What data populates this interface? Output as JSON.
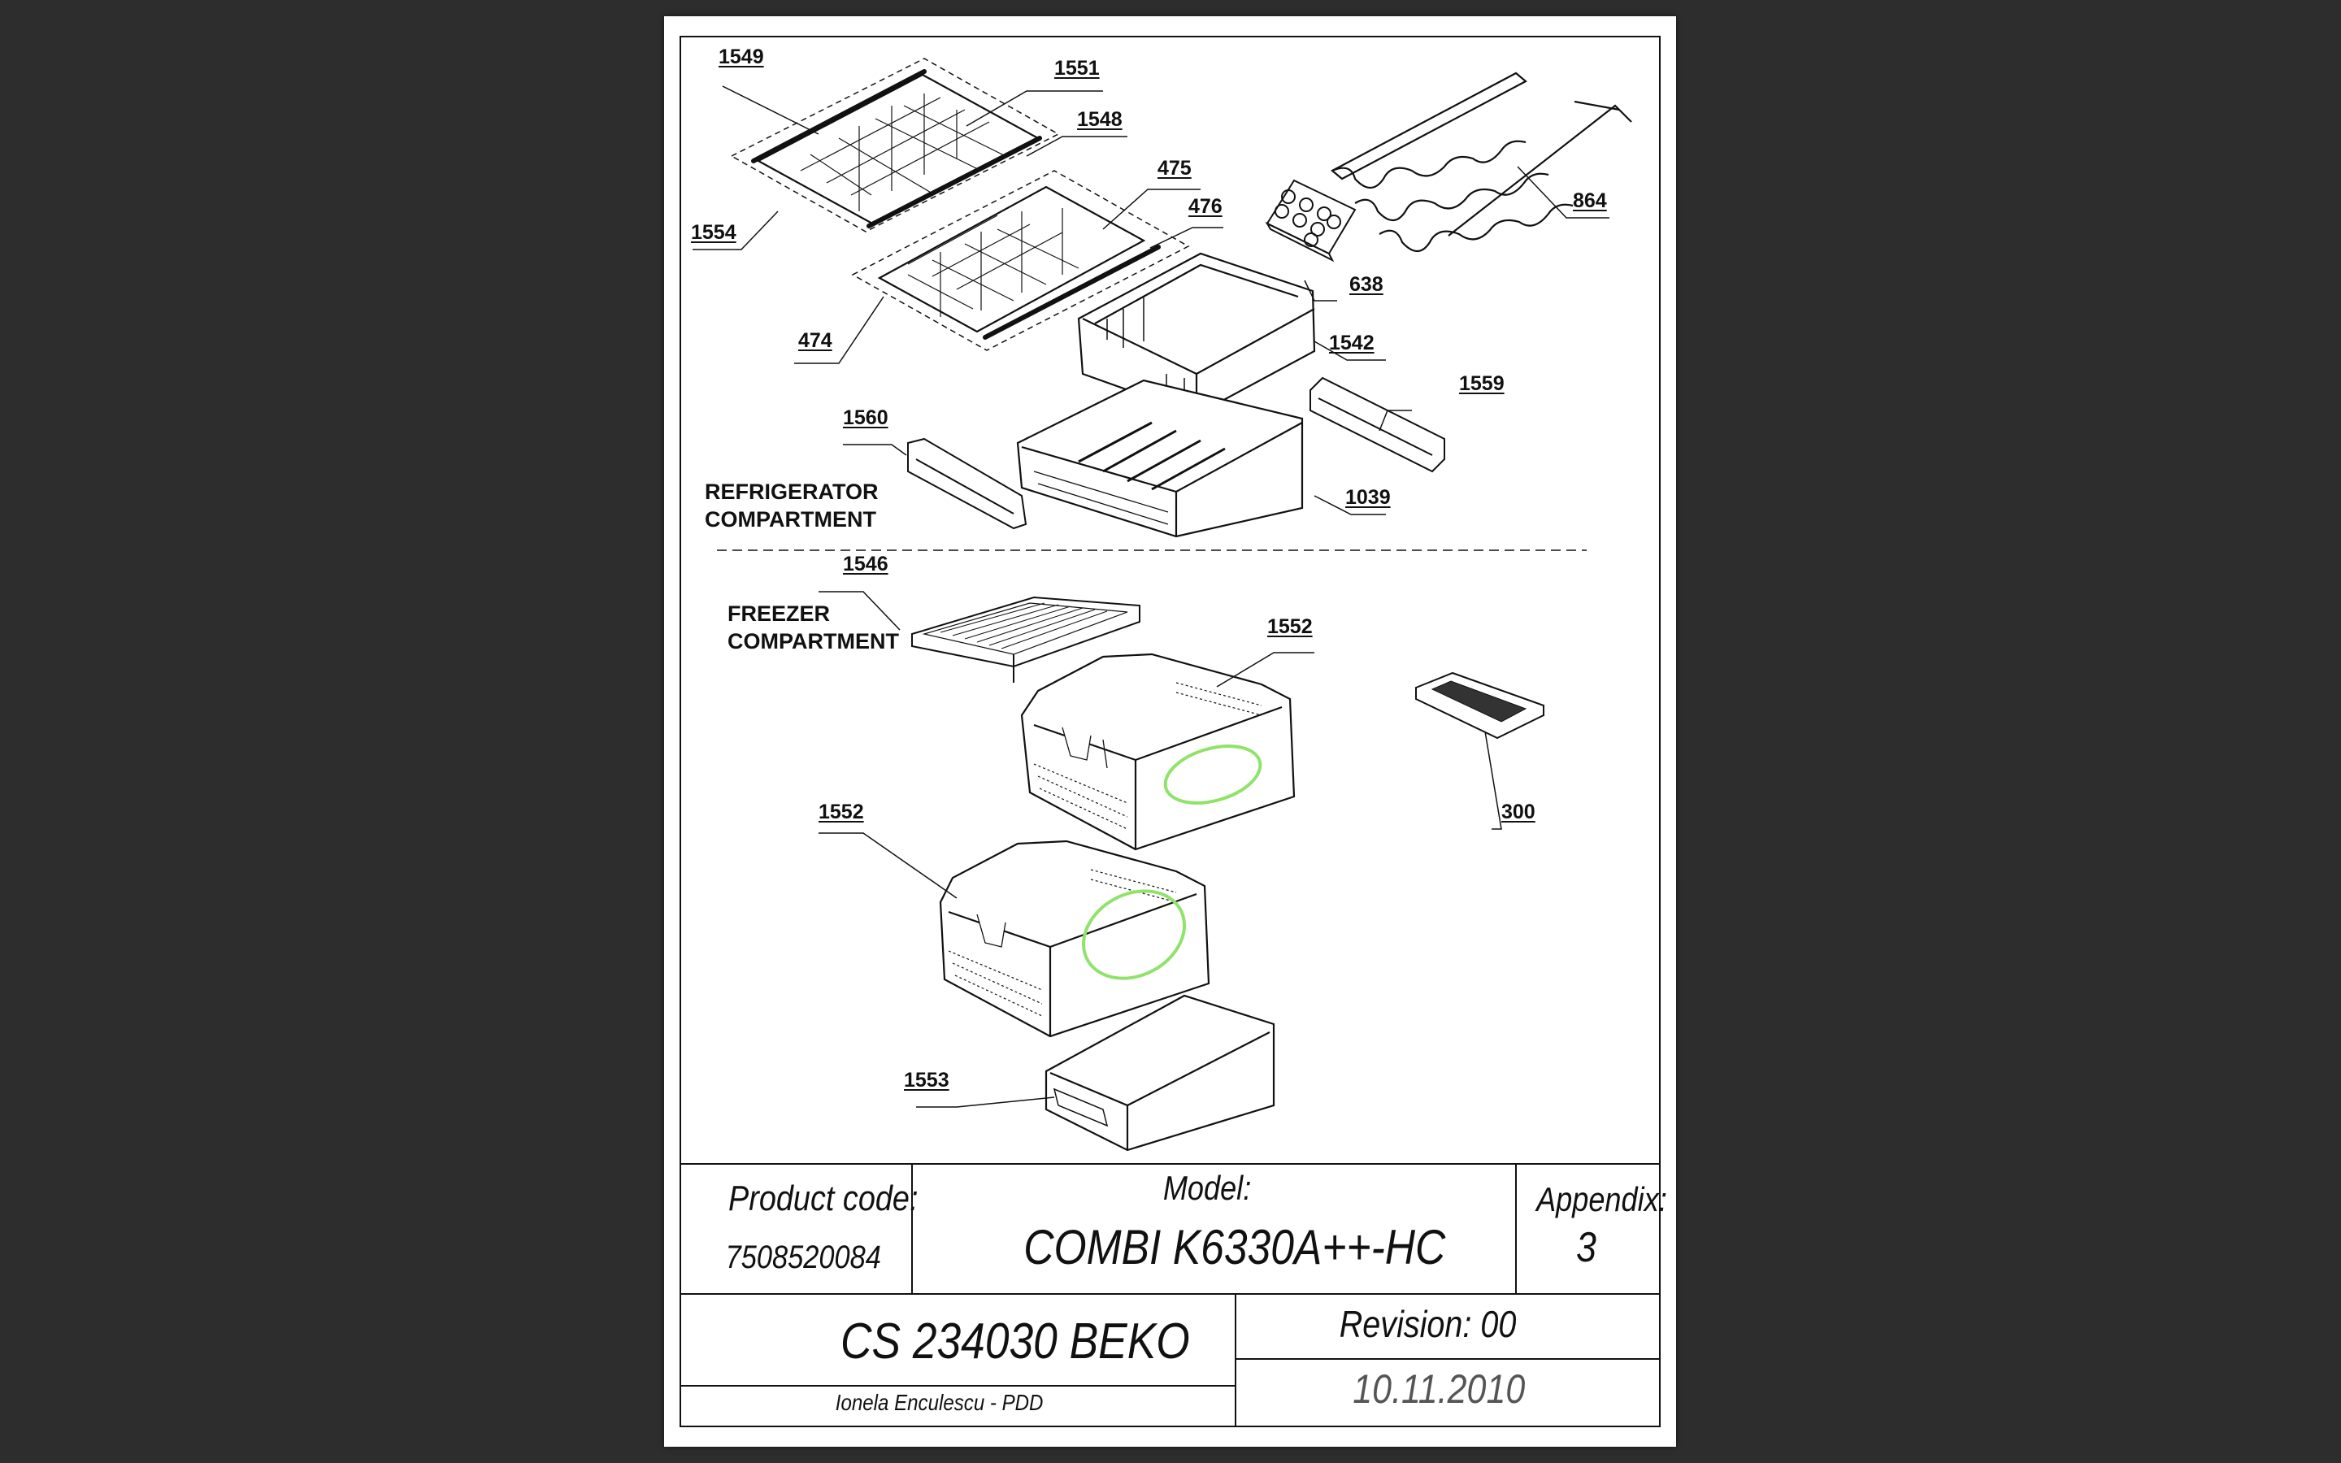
{
  "labels": {
    "p1549": "1549",
    "p1551": "1551",
    "p1548": "1548",
    "p1554": "1554",
    "p475": "475",
    "p476": "476",
    "p474": "474",
    "p638": "638",
    "p864": "864",
    "p1542": "1542",
    "p1559": "1559",
    "p1560": "1560",
    "p1039": "1039",
    "p1546": "1546",
    "p1552a": "1552",
    "p1552b": "1552",
    "p300": "300",
    "p1553": "1553"
  },
  "sections": {
    "refrigerator": [
      "REFRIGERATOR",
      "COMPARTMENT"
    ],
    "freezer": [
      "FREEZER",
      "COMPARTMENT"
    ]
  },
  "title_block": {
    "product_code_label": "Product code:",
    "product_code": "7508520084",
    "model_label": "Model:",
    "model": "COMBI K6330A++-HC",
    "appendix_label": "Appendix:",
    "appendix": "3",
    "document": "CS 234030 BEKO",
    "author": "Ionela Enculescu - PDD",
    "revision": "Revision: 00",
    "date": "10.11.2010"
  },
  "colors": {
    "highlight": "#8fe36a",
    "line": "#111111",
    "background": "#2d2d2d"
  }
}
